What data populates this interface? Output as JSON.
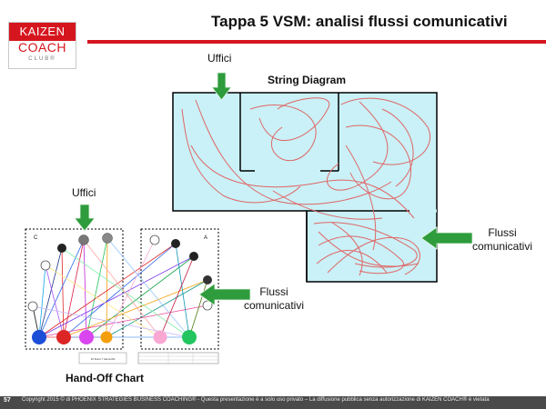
{
  "slide": {
    "title": "Tappa 5 VSM: analisi flussi comunicativi",
    "page_number": "57",
    "copyright": "Copyright 2015 © di PHOENIX STRATEGIES BUSINESS COACHING® - Questa presentazione è a solo uso privato – La diffusione pubblica senza autorizzazione di KAIZEN COACH® è vietata"
  },
  "logo": {
    "line1": "KAIZEN",
    "line2": "COACH",
    "line3": "CLUB®"
  },
  "string_diagram": {
    "title": "String Diagram",
    "office_label": "Uffici",
    "flows_label_line1": "Flussi",
    "flows_label_line2": "comunicativi"
  },
  "handoff_chart": {
    "title": "Hand-Off Chart",
    "office_label": "Uffici",
    "flows_label_line1": "Flussi",
    "flows_label_line2": "comunicativi",
    "group_left": "C",
    "group_right": "A",
    "caption": "16 flussi 7 hand-offs"
  },
  "colors": {
    "accent_red": "#d6161f",
    "arrow_green": "#2e9c3c",
    "area_cyan": "#c9f1f7",
    "string_red": "#e06666"
  }
}
